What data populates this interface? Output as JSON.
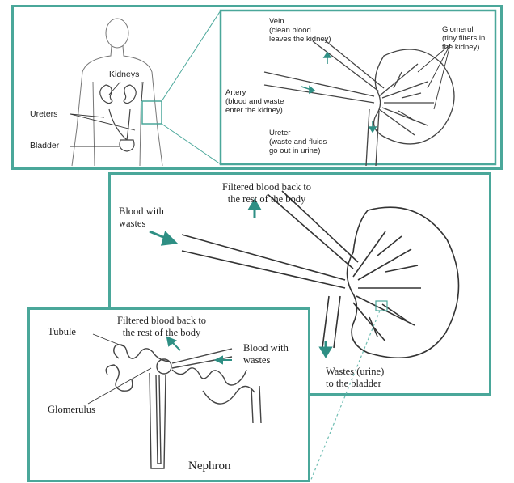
{
  "colors": {
    "accent": "#4aa79a",
    "arrow": "#2e8f84",
    "ink": "#333333"
  },
  "panel_top": {
    "kidneys": "Kidneys",
    "ureters": "Ureters",
    "bladder": "Bladder",
    "vein": "Vein\n(clean blood\nleaves the kidney)",
    "glomeruli": "Glomeruli\n(tiny filters in\nthe kidney)",
    "artery": "Artery\n(blood and waste\nenter the kidney)",
    "ureter": "Ureter\n(waste and fluids\ngo out in urine)"
  },
  "panel_mid": {
    "filtered": "Filtered blood back to\nthe rest of the body",
    "blood_wastes": "Blood with\nwastes",
    "wastes_urine": "Wastes (urine)\nto the bladder"
  },
  "panel_bot": {
    "filtered": "Filtered blood back to\nthe rest of the body",
    "tubule": "Tubule",
    "blood_wastes": "Blood with\nwastes",
    "glomerulus": "Glomerulus",
    "nephron": "Nephron"
  }
}
